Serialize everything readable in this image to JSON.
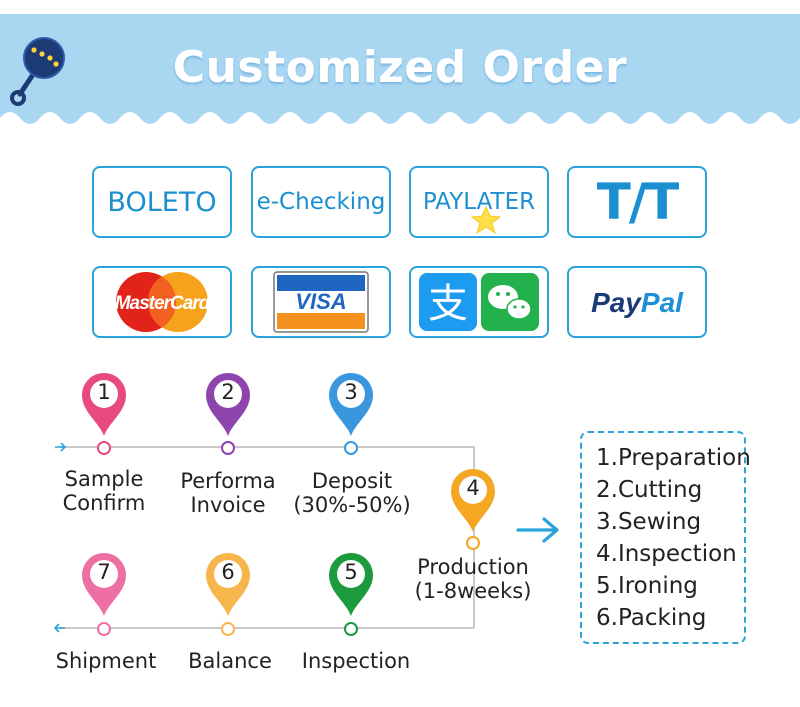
{
  "header": {
    "title": "Customized Order",
    "background_color": "#a9d7f2",
    "icon": "rattle-icon"
  },
  "payments": {
    "row1": [
      {
        "name": "boleto",
        "label": "BOLETO"
      },
      {
        "name": "e-checking",
        "label": "e-Checking"
      },
      {
        "name": "paylater",
        "label": "PAYLATER"
      },
      {
        "name": "tt",
        "label": "T/T"
      }
    ],
    "row2": [
      {
        "name": "mastercard",
        "label": "MasterCard",
        "icon": "mastercard-logo"
      },
      {
        "name": "visa",
        "label": "VISA",
        "icon": "visa-card-logo"
      },
      {
        "name": "alipay-wechat",
        "label": "支",
        "icon": "alipay-wechat-logo"
      },
      {
        "name": "paypal",
        "label_pay": "Pay",
        "label_pal": "Pal",
        "icon": "paypal-logo"
      }
    ],
    "border_color": "#2aa3d9"
  },
  "process": {
    "steps": [
      {
        "num": "1",
        "label_line1": "Sample",
        "label_line2": "Confirm",
        "color": "#e8497e"
      },
      {
        "num": "2",
        "label_line1": "Performa",
        "label_line2": "Invoice",
        "color": "#8e44ad"
      },
      {
        "num": "3",
        "label_line1": "Deposit",
        "label_line2": "(30%-50%)",
        "color": "#3a97dd"
      },
      {
        "num": "4",
        "label_line1": "Production",
        "label_line2": "(1-8weeks)",
        "color": "#f5a623"
      },
      {
        "num": "5",
        "label_line1": "Inspection",
        "label_line2": "",
        "color": "#1b9a3e"
      },
      {
        "num": "6",
        "label_line1": "Balance",
        "label_line2": "",
        "color": "#f7b64c"
      },
      {
        "num": "7",
        "label_line1": "Shipment",
        "label_line2": "",
        "color": "#ee6fa4"
      }
    ],
    "arrow_color": "#2aa3d9"
  },
  "details": {
    "items": [
      "1.Preparation",
      "2.Cutting",
      "3.Sewing",
      "4.Inspection",
      "5.Ironing",
      "6.Packing"
    ]
  }
}
